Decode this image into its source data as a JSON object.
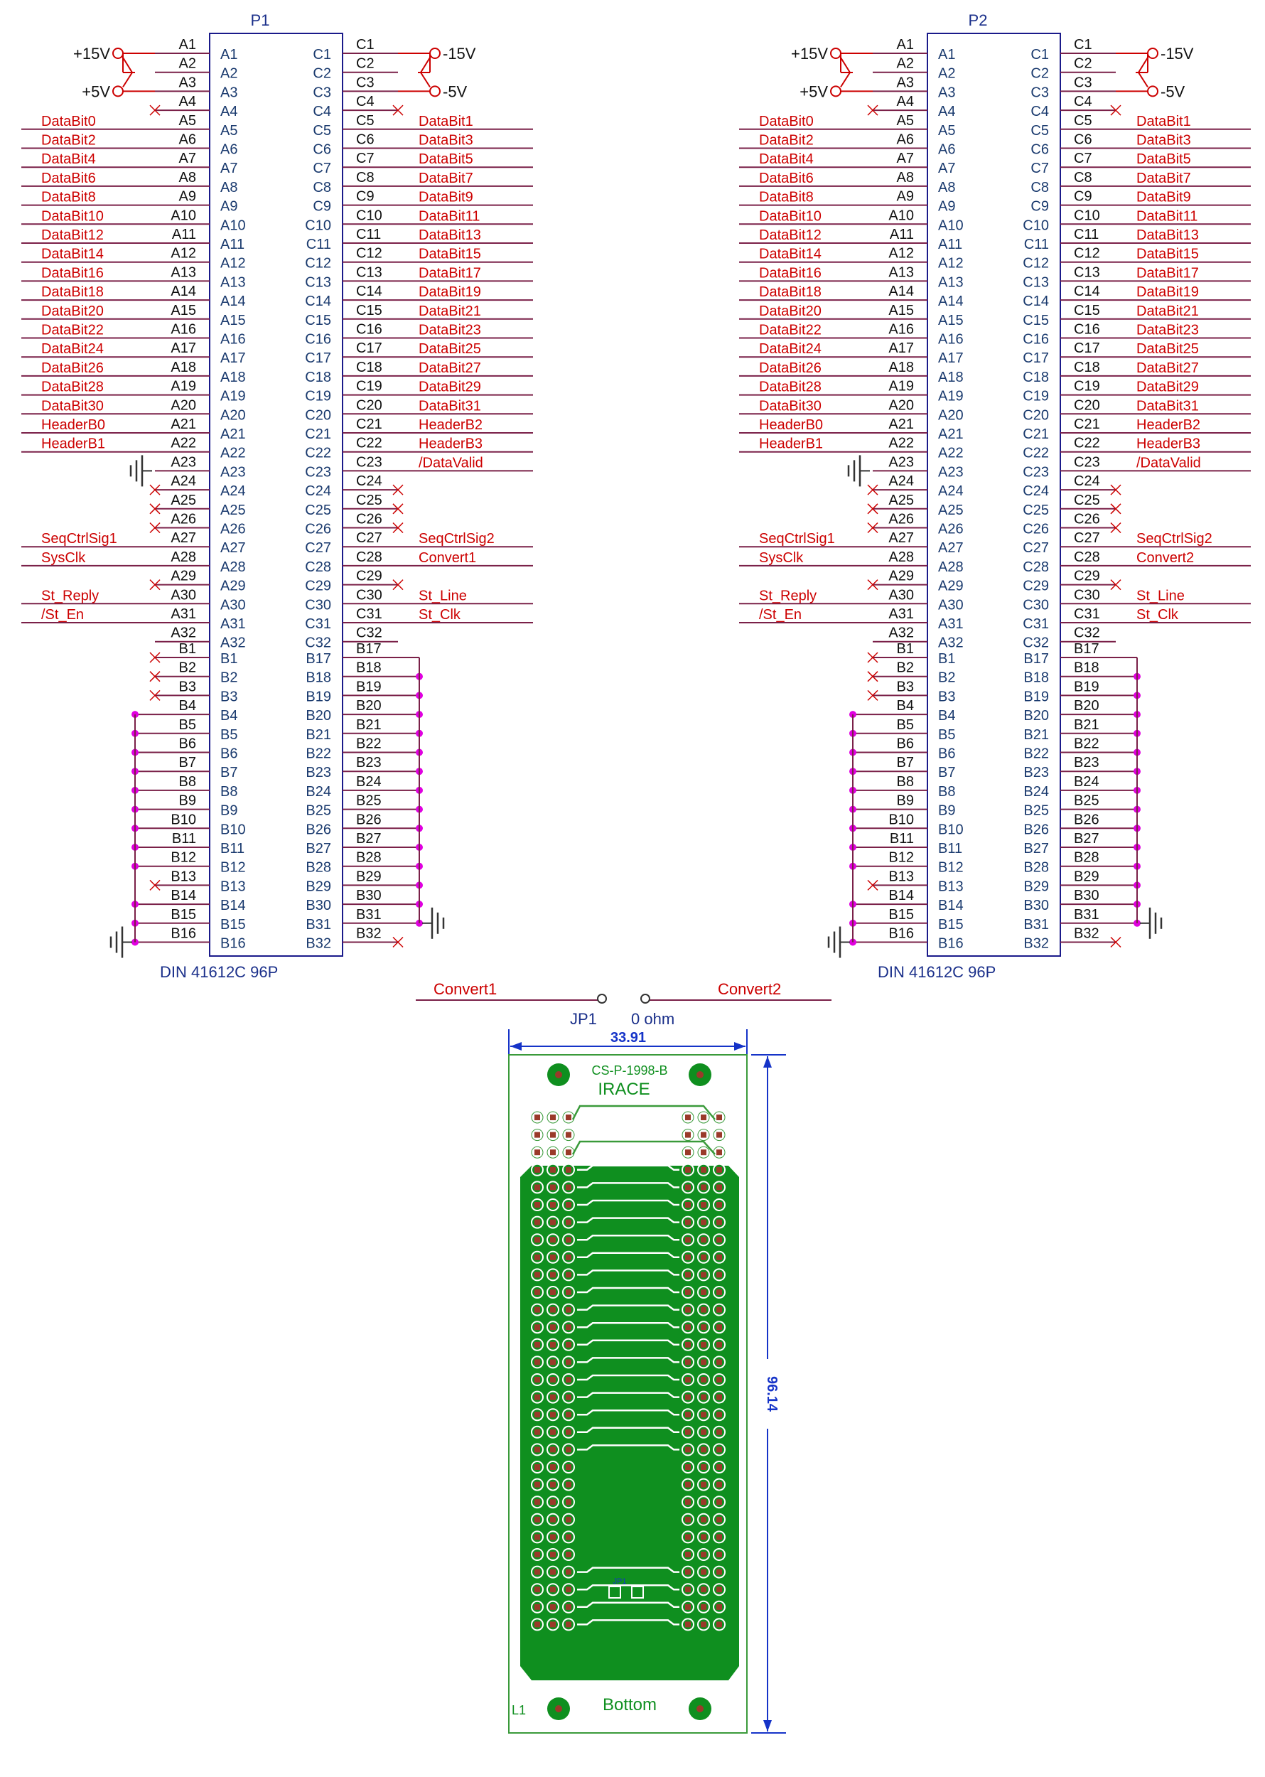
{
  "colors": {
    "net_label": "#cc0000",
    "wire": "#7a2048",
    "pin_number": "#111111",
    "pin_name": "#1a3a6e",
    "ref": "#1a2f8a",
    "junction": "#e000e0",
    "power": "#cc0000",
    "pcb_copper": "#0f8f1f",
    "pcb_outline": "#3a9a3a",
    "pcb_pad": "#9a3a2a",
    "dimension": "#1533c8"
  },
  "connectors": [
    {
      "ref": "P1",
      "part": "DIN 41612C 96P",
      "power": {
        "a1": "+15V",
        "a3": "+5V",
        "c1": "-15V",
        "c3": "-5V"
      },
      "a_nets": [
        "",
        "",
        "",
        "",
        "DataBit0",
        "DataBit2",
        "DataBit4",
        "DataBit6",
        "DataBit8",
        "DataBit10",
        "DataBit12",
        "DataBit14",
        "DataBit16",
        "DataBit18",
        "DataBit20",
        "DataBit22",
        "DataBit24",
        "DataBit26",
        "DataBit28",
        "DataBit30",
        "HeaderB0",
        "HeaderB1",
        "",
        "",
        "",
        "",
        "SeqCtrlSig1",
        "SysClk",
        "",
        "St_Reply",
        "/St_En",
        ""
      ],
      "c_nets": [
        "",
        "",
        "",
        "",
        "DataBit1",
        "DataBit3",
        "DataBit5",
        "DataBit7",
        "DataBit9",
        "DataBit11",
        "DataBit13",
        "DataBit15",
        "DataBit17",
        "DataBit19",
        "DataBit21",
        "DataBit23",
        "DataBit25",
        "DataBit27",
        "DataBit29",
        "DataBit31",
        "HeaderB2",
        "HeaderB3",
        "/DataValid",
        "",
        "",
        "",
        "SeqCtrlSig2",
        "Convert1",
        "",
        "St_Line",
        "St_Clk",
        ""
      ]
    },
    {
      "ref": "P2",
      "part": "DIN 41612C 96P",
      "power": {
        "a1": "+15V",
        "a3": "+5V",
        "c1": "-15V",
        "c3": "-5V"
      },
      "a_nets": [
        "",
        "",
        "",
        "",
        "DataBit0",
        "DataBit2",
        "DataBit4",
        "DataBit6",
        "DataBit8",
        "DataBit10",
        "DataBit12",
        "DataBit14",
        "DataBit16",
        "DataBit18",
        "DataBit20",
        "DataBit22",
        "DataBit24",
        "DataBit26",
        "DataBit28",
        "DataBit30",
        "HeaderB0",
        "HeaderB1",
        "",
        "",
        "",
        "",
        "SeqCtrlSig1",
        "SysClk",
        "",
        "St_Reply",
        "/St_En",
        ""
      ],
      "c_nets": [
        "",
        "",
        "",
        "",
        "DataBit1",
        "DataBit3",
        "DataBit5",
        "DataBit7",
        "DataBit9",
        "DataBit11",
        "DataBit13",
        "DataBit15",
        "DataBit17",
        "DataBit19",
        "DataBit21",
        "DataBit23",
        "DataBit25",
        "DataBit27",
        "DataBit29",
        "DataBit31",
        "HeaderB2",
        "HeaderB3",
        "/DataValid",
        "",
        "",
        "",
        "SeqCtrlSig2",
        "Convert2",
        "",
        "St_Line",
        "St_Clk",
        ""
      ]
    }
  ],
  "jumper": {
    "ref": "JP1",
    "value": "0 ohm",
    "left_net": "Convert1",
    "right_net": "Convert2"
  },
  "pcb": {
    "top_text": "CS-P-1998-B",
    "name": "IRACE",
    "layer": "L1",
    "side": "Bottom",
    "width_dim": "33.91",
    "height_dim": "96.14",
    "part_label": "JP1"
  }
}
